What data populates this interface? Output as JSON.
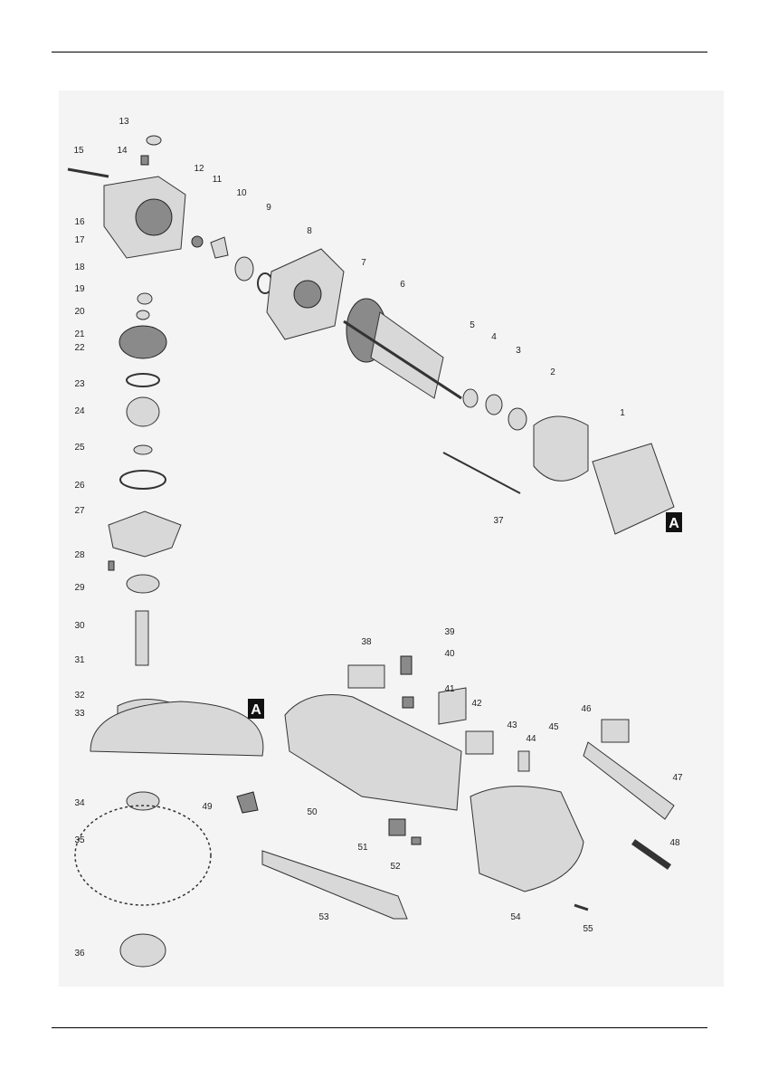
{
  "diagram": {
    "part_numbers": [
      "1",
      "2",
      "3",
      "4",
      "5",
      "6",
      "7",
      "8",
      "9",
      "10",
      "11",
      "12",
      "13",
      "14",
      "15",
      "16",
      "17",
      "18",
      "19",
      "20",
      "21",
      "22",
      "23",
      "24",
      "25",
      "26",
      "27",
      "28",
      "29",
      "30",
      "31",
      "32",
      "33",
      "34",
      "35",
      "36",
      "37",
      "38",
      "39",
      "40",
      "41",
      "42",
      "43",
      "44",
      "45",
      "46",
      "47",
      "48",
      "49",
      "50",
      "51",
      "52",
      "53",
      "54",
      "55"
    ],
    "connection_markers": [
      "A",
      "A"
    ],
    "colors": {
      "background": "#f4f4f4",
      "parts": "#d8d8d8",
      "ink": "#222222"
    }
  }
}
